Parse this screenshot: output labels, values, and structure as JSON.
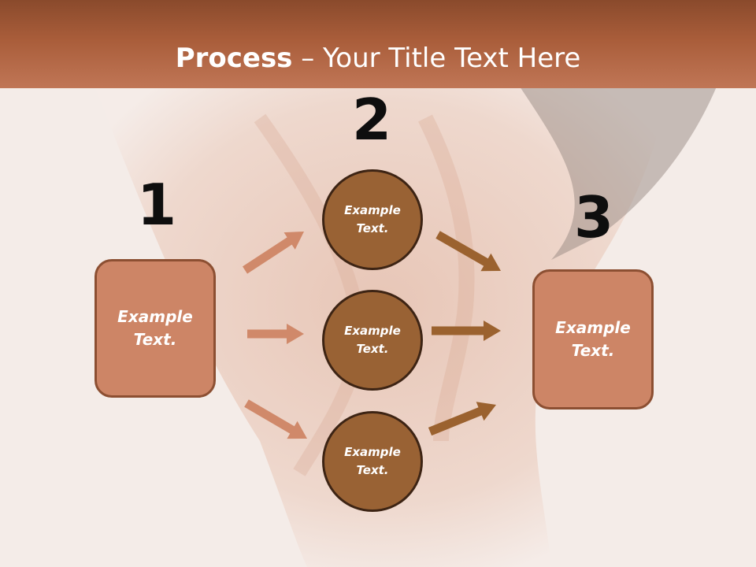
{
  "slide": {
    "title_bold": "Process",
    "title_rest": " – Your Title Text Here",
    "steps": [
      {
        "number": "1",
        "box_text": "Example Text."
      },
      {
        "number": "2"
      },
      {
        "number": "3",
        "box_text": "Example Text."
      }
    ],
    "circles": [
      "Example Text.",
      "Example Text.",
      "Example Text."
    ]
  },
  "colors": {
    "header": "#a95d3a",
    "box_fill": "#cd8566",
    "circle_fill": "#996234",
    "arrow_left": "#d0896a",
    "arrow_right": "#9b622f"
  }
}
